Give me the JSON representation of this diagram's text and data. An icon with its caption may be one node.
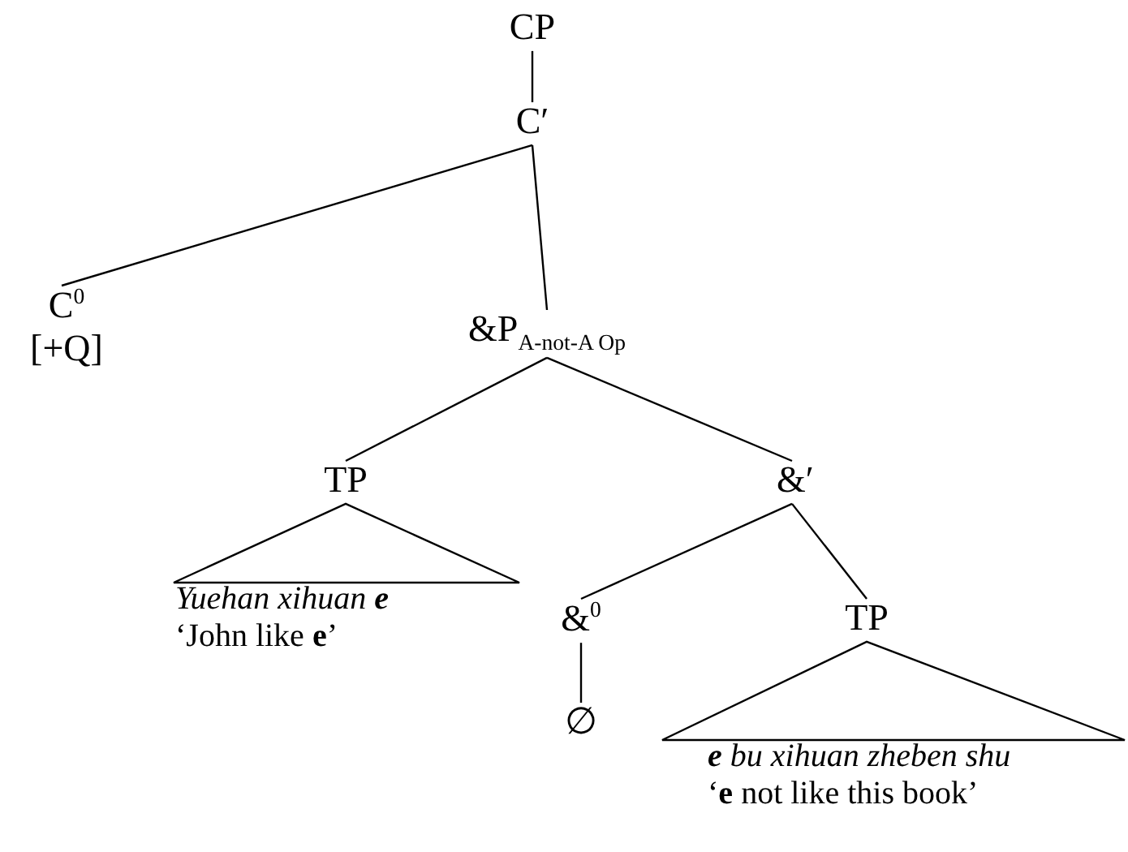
{
  "diagram": {
    "nodes": [
      {
        "text": [
          "CP"
        ]
      },
      {
        "text": [
          "C′"
        ]
      },
      {
        "text": [
          "C$^{0}$",
          "[+Q]"
        ]
      },
      {
        "text": [
          "&P$_{A-not-A Op}$"
        ]
      },
      {
        "text": [
          "TP"
        ]
      },
      {
        "text": [
          "Yuehan xihuan **e**",
          "‘John like **e**’"
        ]
      },
      {
        "text": [
          "&′"
        ]
      },
      {
        "text": [
          "&$^{0}$"
        ]
      },
      {
        "text": [
          "∅"
        ]
      },
      {
        "text": [
          "TP"
        ]
      },
      {
        "text": [
          "**e** bu xihuan zheben shu",
          "‘**e** not like this book’"
        ]
      }
    ],
    "edges": [
      {
        "from": 0,
        "to": 1,
        "arrow": "none"
      },
      {
        "from": 1,
        "to": 2,
        "arrow": "none"
      },
      {
        "from": 1,
        "to": 3,
        "arrow": "none"
      },
      {
        "from": 3,
        "to": 4,
        "arrow": "none"
      },
      {
        "from": 3,
        "to": 6,
        "arrow": "none"
      },
      {
        "from": 4,
        "to": 5,
        "arrow": "none"
      },
      {
        "from": 6,
        "to": 7,
        "arrow": "none"
      },
      {
        "from": 6,
        "to": 9,
        "arrow": "none"
      },
      {
        "from": 7,
        "to": 8,
        "arrow": "none"
      },
      {
        "from": 9,
        "to": 10,
        "arrow": "none"
      }
    ]
  }
}
